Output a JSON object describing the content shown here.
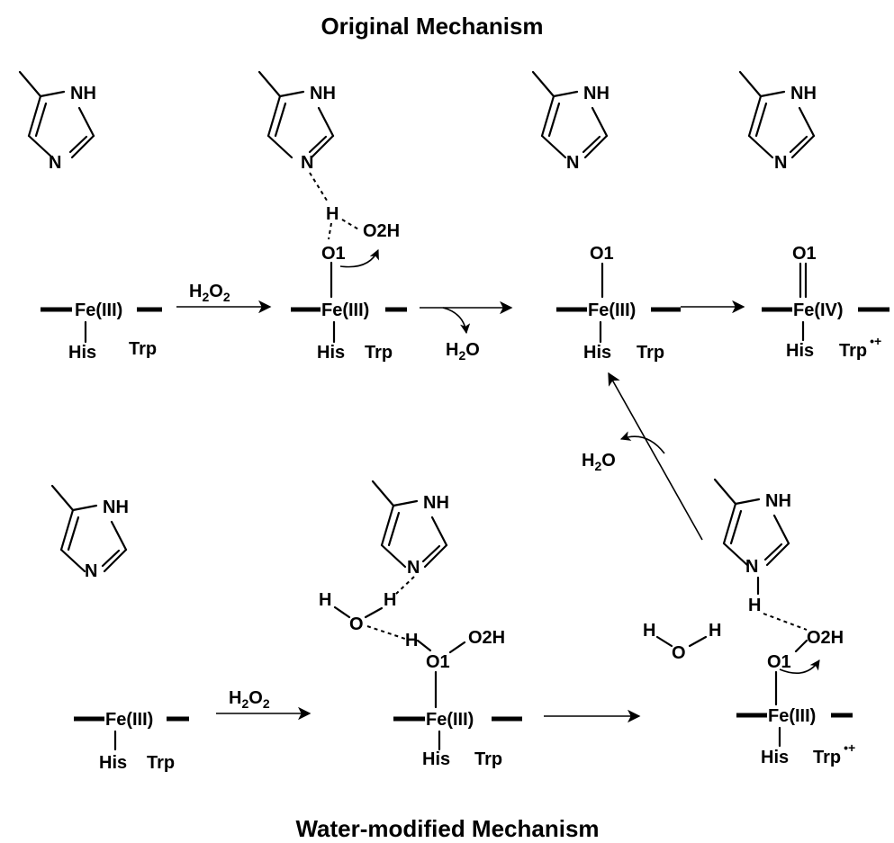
{
  "titles": {
    "top": "Original Mechanism",
    "bottom": "Water-modified Mechanism"
  },
  "labels": {
    "nh": "NH",
    "n": "N",
    "fe3": "Fe(III)",
    "fe4": "Fe(IV)",
    "his": "His",
    "trp": "Trp",
    "o1": "O1",
    "o2h": "O2H",
    "h": "H",
    "o": "O",
    "h2o2_main": "H",
    "h2o2_sub": "2",
    "h2o2_o": "O",
    "h2o2_sub2": "2",
    "h2o_h": "H",
    "h2o_sub": "2",
    "h2o_o": "O",
    "radical": "•+"
  }
}
